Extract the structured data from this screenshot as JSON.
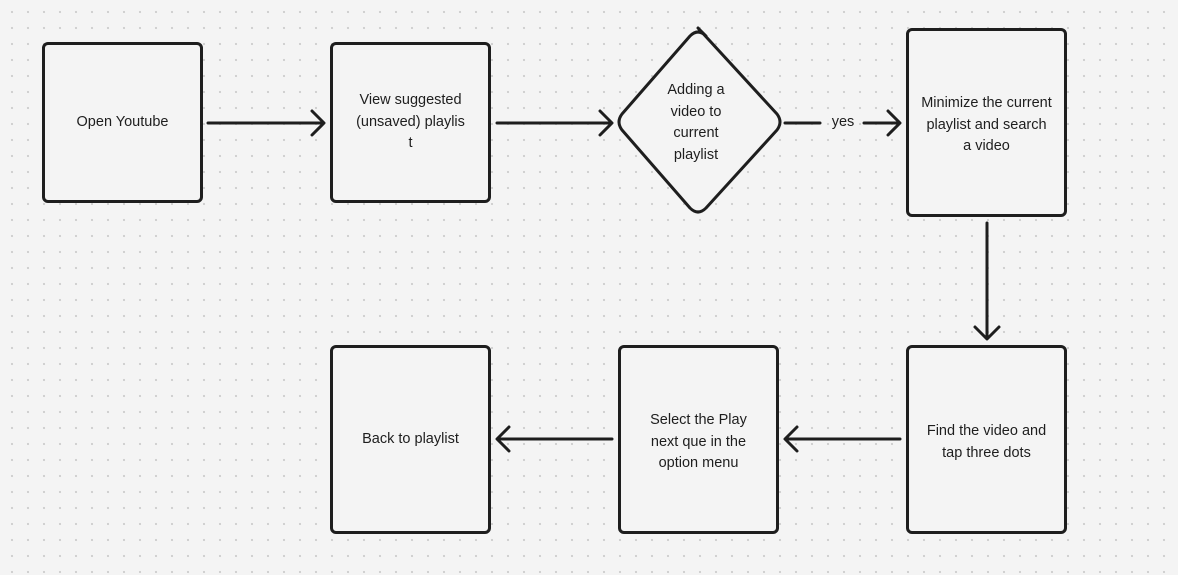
{
  "diagram": {
    "nodes": [
      {
        "id": "open-youtube",
        "label": "Open Youtube"
      },
      {
        "id": "view-playlist",
        "label": "View suggested(unsaved) playlist"
      },
      {
        "id": "decision",
        "label": "Adding a video to current playlist"
      },
      {
        "id": "minimize",
        "label": "Minimize the current playlist and search a video"
      },
      {
        "id": "find-video",
        "label": "Find the video and tap three dots"
      },
      {
        "id": "select-play-next",
        "label": "Select the Play next que in the option menu"
      },
      {
        "id": "back-to-playlist",
        "label": "Back to playlist"
      }
    ],
    "edges": [
      {
        "from": "open-youtube",
        "to": "view-playlist",
        "label": ""
      },
      {
        "from": "view-playlist",
        "to": "decision",
        "label": ""
      },
      {
        "from": "decision",
        "to": "minimize",
        "label": "yes"
      },
      {
        "from": "minimize",
        "to": "find-video",
        "label": ""
      },
      {
        "from": "find-video",
        "to": "select-play-next",
        "label": ""
      },
      {
        "from": "select-play-next",
        "to": "back-to-playlist",
        "label": ""
      }
    ]
  },
  "colors": {
    "stroke": "#1e1e1e",
    "background": "#f4f4f4",
    "grid_dot": "#cfcfcf"
  }
}
